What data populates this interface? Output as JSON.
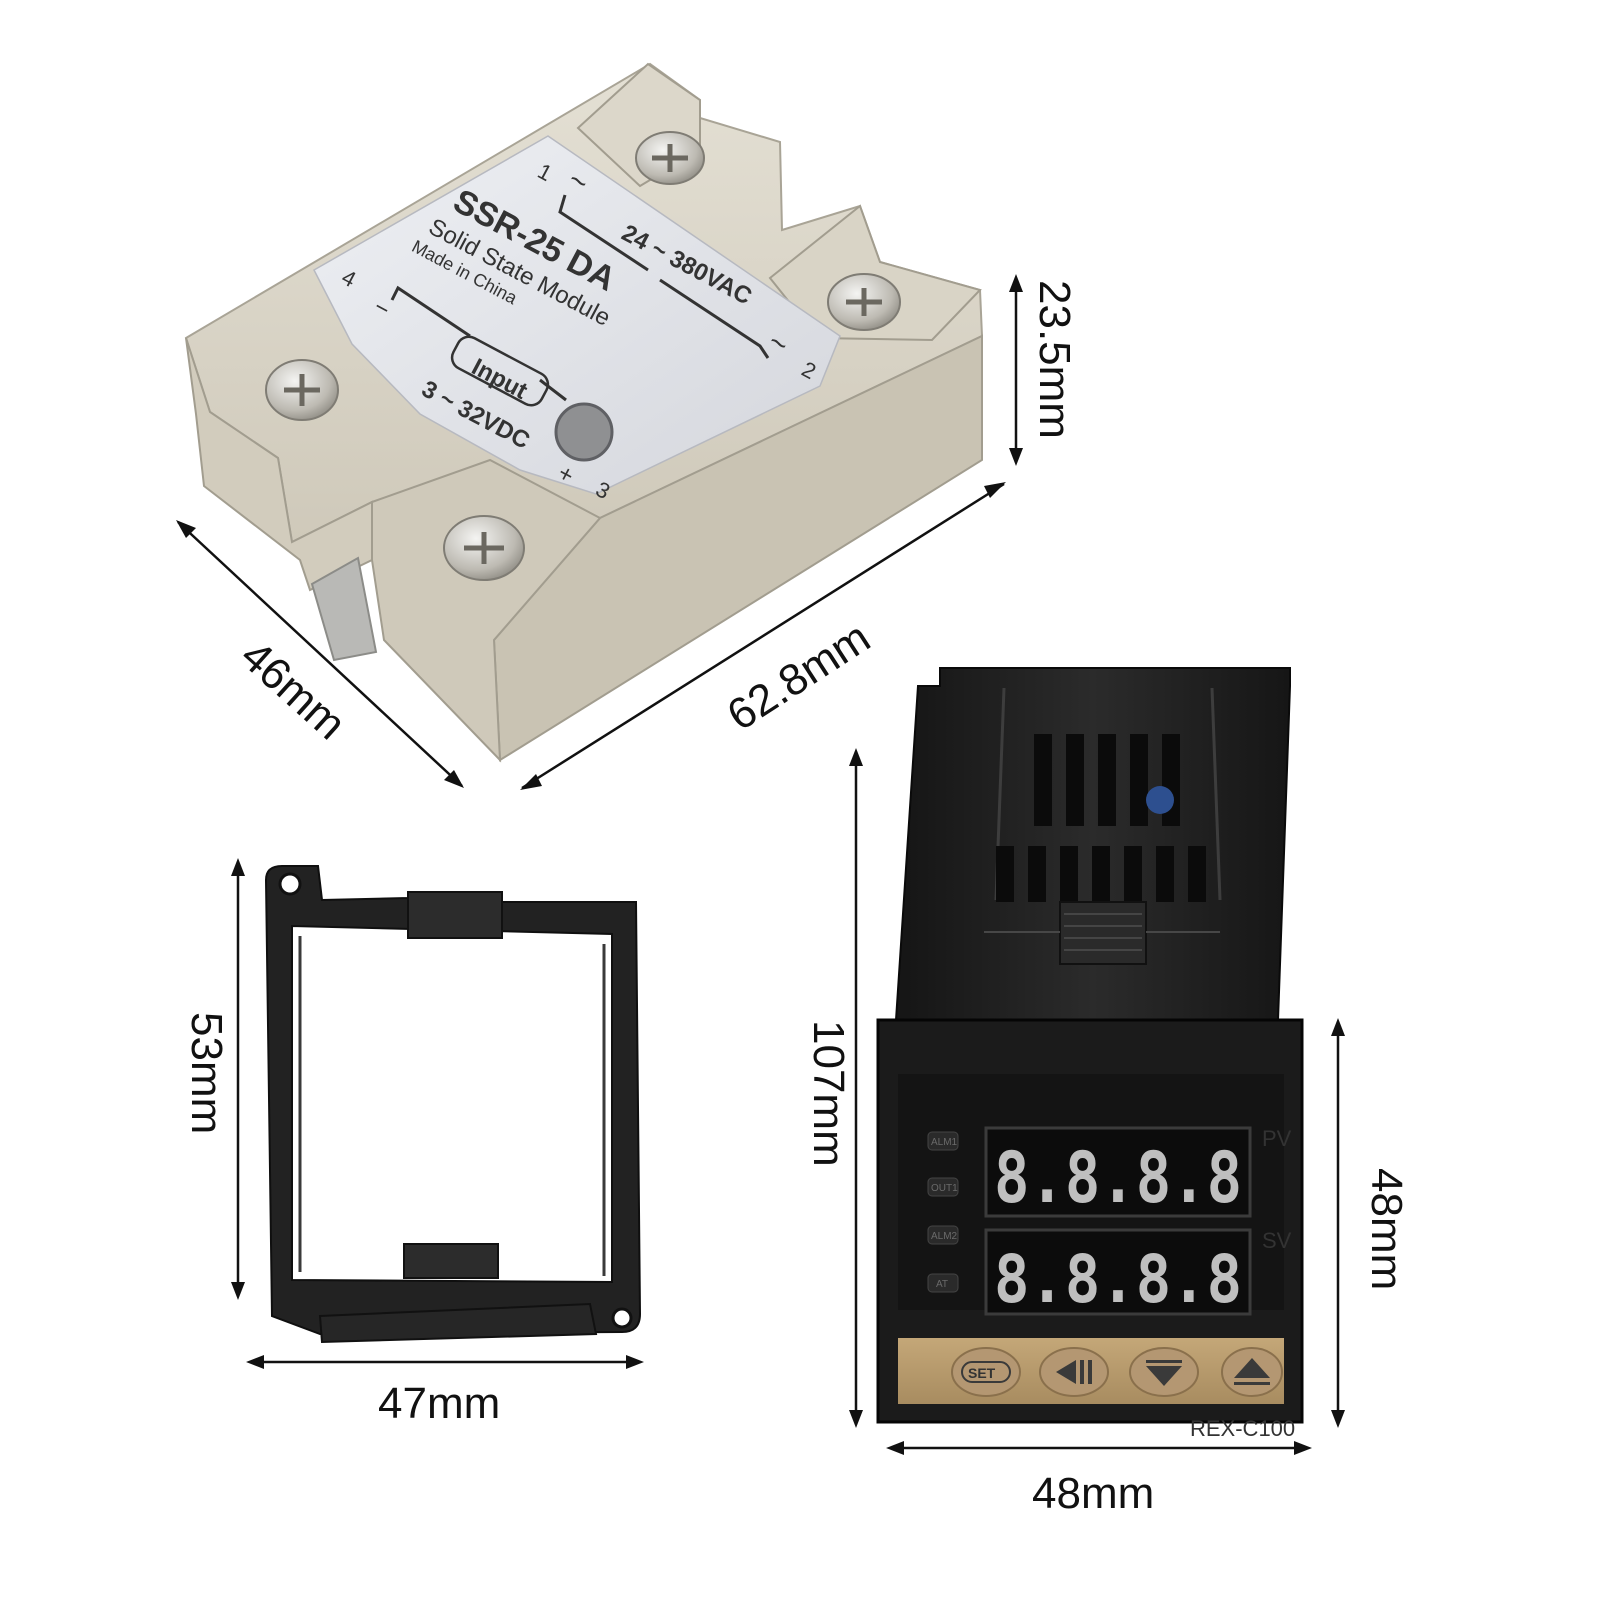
{
  "ssr": {
    "model": "SSR-25 DA",
    "subtitle": "Solid State Module",
    "origin": "Made in China",
    "load_range": "24 ~ 380VAC",
    "input_label": "Input",
    "input_range": "3 ~ 32VDC",
    "terminal_1": "1",
    "terminal_2": "2",
    "terminal_3": "3",
    "terminal_4": "4",
    "ac_symbol": "~",
    "plus": "+",
    "minus": "−",
    "dim_depth": "46mm",
    "dim_width": "62.8mm",
    "dim_height": "23.5mm"
  },
  "bracket": {
    "dim_height": "53mm",
    "dim_width": "47mm"
  },
  "controller": {
    "model": "REX-C100",
    "pv_label": "PV",
    "sv_label": "SV",
    "pv_display": "8.8.8.8",
    "sv_display": "8.8.8.8",
    "indicator_alm1": "ALM1",
    "indicator_out1": "OUT1",
    "indicator_alm2": "ALM2",
    "indicator_at": "AT",
    "btn_set": "SET",
    "dim_length": "107mm",
    "dim_front_height": "48mm",
    "dim_front_width": "48mm"
  },
  "colors": {
    "ssr_body": "#d7d2c4",
    "ssr_label": "#dcdde2",
    "controller_body": "#1e1e1e",
    "button_panel": "#b79a6e",
    "display_bg": "#0c0c0c"
  }
}
